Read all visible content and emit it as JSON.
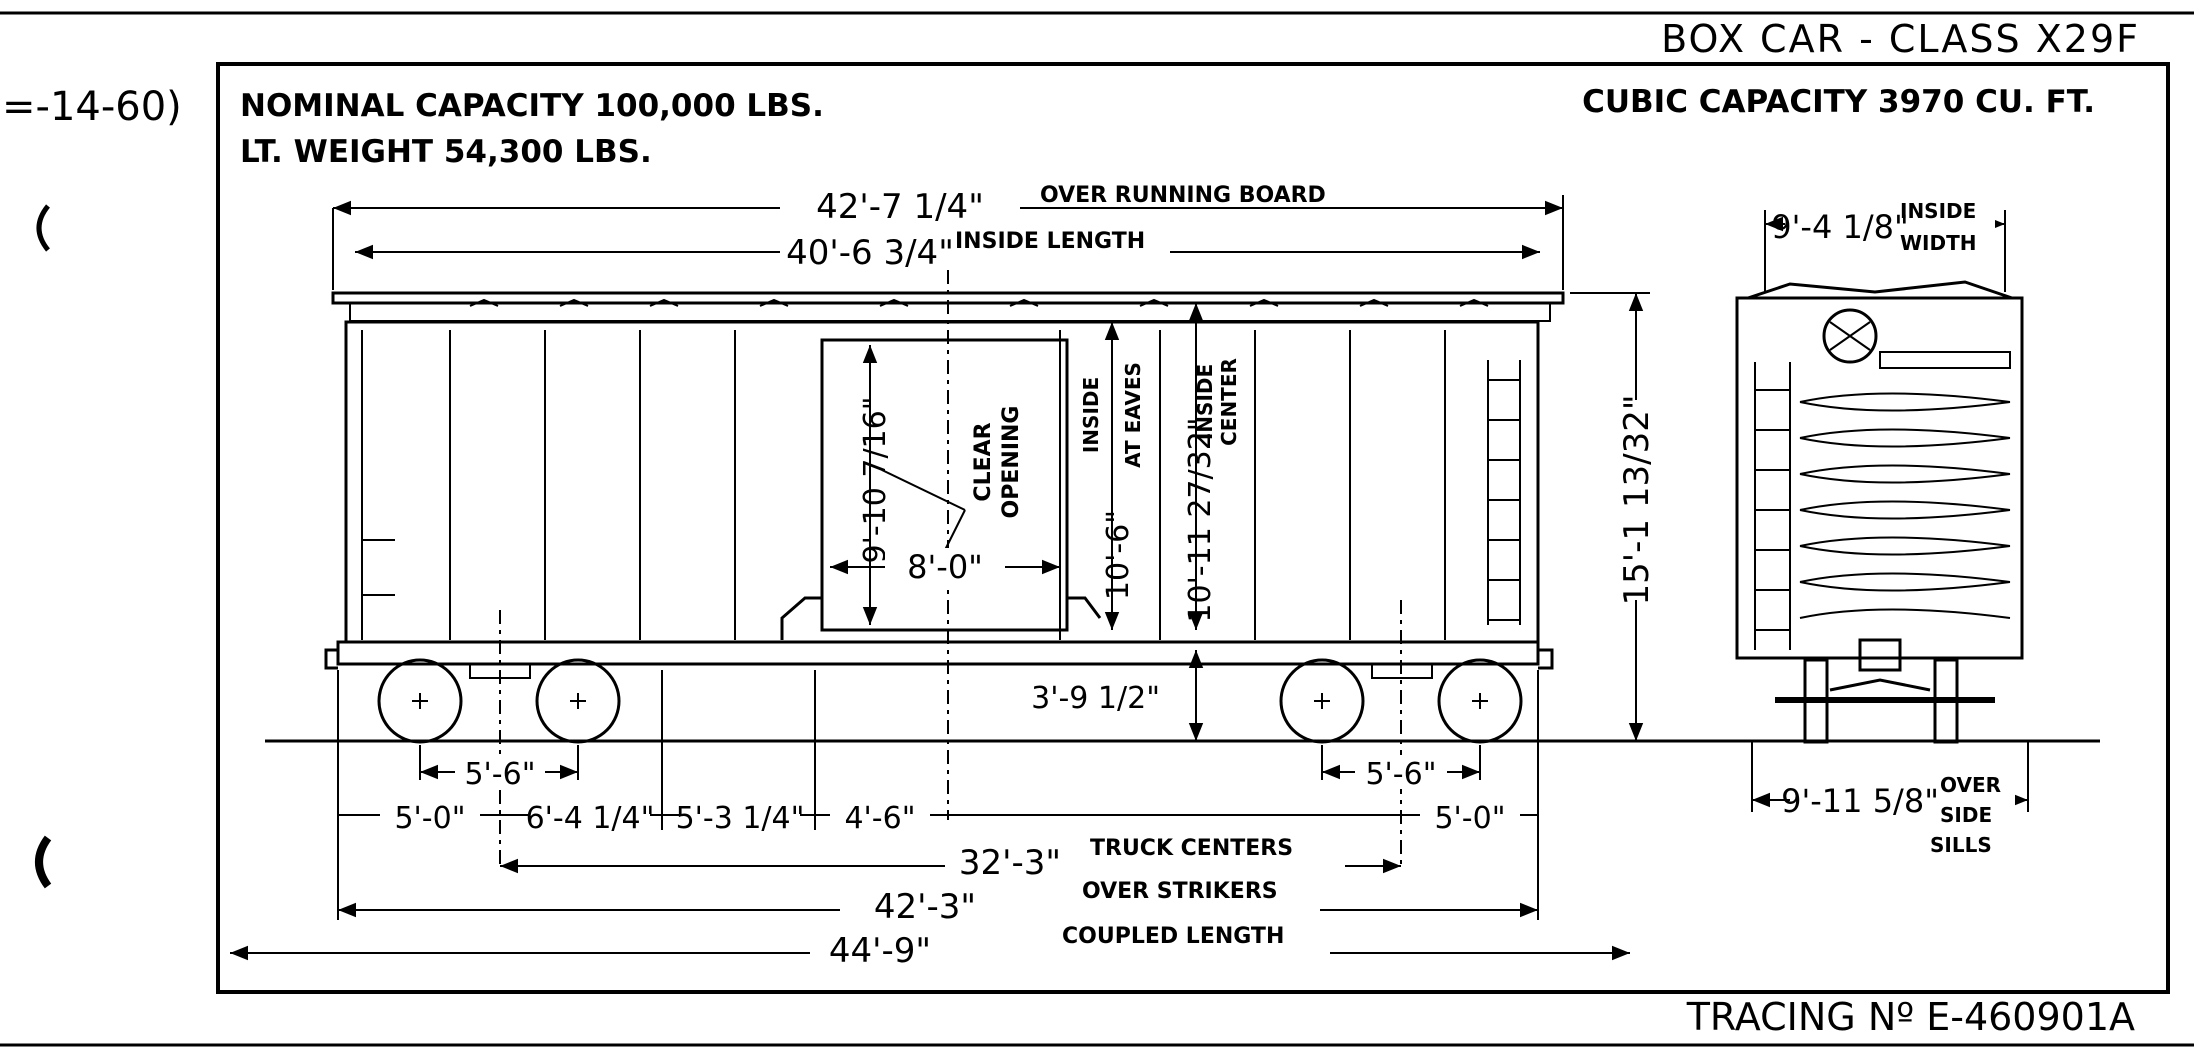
{
  "title": "BOX CAR - CLASS X29F",
  "margin_note": "=-14-60)",
  "nominal_capacity": "NOMINAL CAPACITY 100,000 LBS.",
  "cubic_capacity": "CUBIC CAPACITY 3970 CU. FT.",
  "light_weight": "LT. WEIGHT 54,300 LBS.",
  "tracing_number": "TRACING Nº E-460901A",
  "dimensions": {
    "over_running_board": {
      "value": "42'-7 1/4\"",
      "label": "OVER RUNNING BOARD"
    },
    "inside_length": {
      "value": "40'-6 3/4\"",
      "label": "INSIDE LENGTH"
    },
    "inside_width": {
      "value": "9'-4 1/8\"",
      "label_1": "INSIDE",
      "label_2": "WIDTH"
    },
    "door_height": {
      "value": "9'-10 7/16\""
    },
    "clear_opening": {
      "label_1": "CLEAR",
      "label_2": "OPENING"
    },
    "door_width": {
      "value": "8'-0\""
    },
    "inside_at_eaves": {
      "value": "10'-6\"",
      "label_1": "INSIDE",
      "label_2": "AT EAVES"
    },
    "inside_center": {
      "value": "10'-11 27/32\"",
      "label_1": "INSIDE",
      "label_2": "CENTER"
    },
    "overall_height": {
      "value": "15'-1 13/32\""
    },
    "floor_height": {
      "value": "3'-9 1/2\""
    },
    "wheel_base_left": {
      "value": "5'-6\""
    },
    "wheel_base_right": {
      "value": "5'-6\""
    },
    "end_to_truck_left": {
      "value": "5'-0\""
    },
    "segment_1": {
      "value": "6'-4 1/4\""
    },
    "segment_2": {
      "value": "5'-3 1/4\""
    },
    "segment_3": {
      "value": "4'-6\""
    },
    "end_to_truck_right": {
      "value": "5'-0\""
    },
    "truck_centers": {
      "value": "32'-3\"",
      "label": "TRUCK CENTERS"
    },
    "over_strikers": {
      "value": "42'-3\"",
      "label": "OVER STRIKERS"
    },
    "coupled_length": {
      "value": "44'-9\"",
      "label": "COUPLED LENGTH"
    },
    "over_side_sills": {
      "value": "9'-11 5/8\"",
      "label_1": "OVER",
      "label_2": "SIDE",
      "label_3": "SILLS"
    }
  }
}
